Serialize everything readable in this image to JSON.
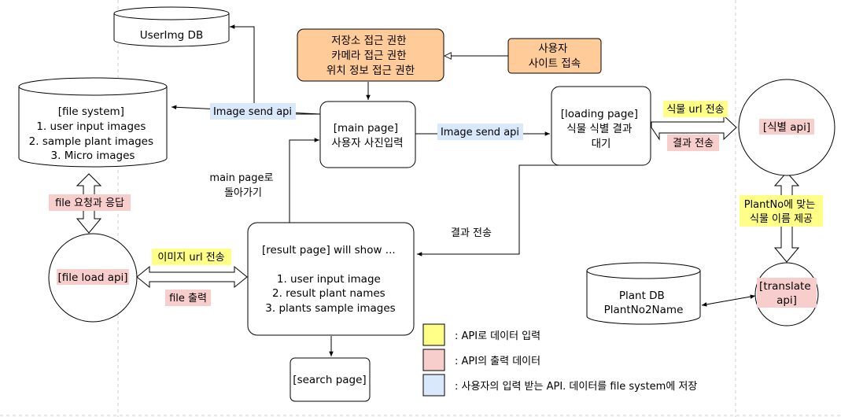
{
  "nodes": {
    "userimg_db": "UserImg DB",
    "file_system": [
      "[file system]",
      "1. user input images",
      "2. sample plant images",
      "3. Micro images"
    ],
    "permissions": [
      "저장소 접근 권한",
      "카메라 접근 권한",
      "위치 정보 접근 권한"
    ],
    "user_access": [
      "사용자",
      "사이트 접속"
    ],
    "main_page": [
      "[main page]",
      "사용자 사진입력"
    ],
    "loading_page": [
      "[loading page]",
      "식물 식별 결과",
      "대기"
    ],
    "identify_api": "[식별 api]",
    "file_load_api": "[file load api]",
    "result_page": [
      "[result page] will show ...",
      "",
      "1. user input image",
      "2. result plant names",
      "3. plants sample images"
    ],
    "search_page": "[search page]",
    "plant_db": [
      "Plant DB",
      "PlantNo2Name"
    ],
    "translate_api": [
      "[translate",
      "api]"
    ]
  },
  "edge_labels": {
    "image_send_api_left": "Image send api",
    "image_send_api_right": "Image send api",
    "plant_url_send": "식물 url 전송",
    "result_send_right": "결과 전송",
    "file_request_response": "file 요청과 응답",
    "back_to_main": [
      "main page로",
      "돌아가기"
    ],
    "result_send_mid": "결과 전송",
    "plantno_name": [
      "PlantNo에 맞는",
      "식물 이름 제공"
    ],
    "image_url_send": "이미지 url 전송",
    "file_output": "file 출력"
  },
  "legend": [
    {
      "color": "#ffff88",
      "text": ": API로 데이터 입력"
    },
    {
      "color": "#f8cecc",
      "text": ": API의 출력 데이터"
    },
    {
      "color": "#dae8fc",
      "text": ": 사용자의 입력 받는 API. 데이터를 file system에 저장"
    }
  ],
  "colors": {
    "permissions_fill": "#ffcc99",
    "user_access_fill": "#ffcc99",
    "blue_label": "#dae8fc",
    "pink_label": "#f8cecc",
    "yellow_label": "#ffff88"
  }
}
